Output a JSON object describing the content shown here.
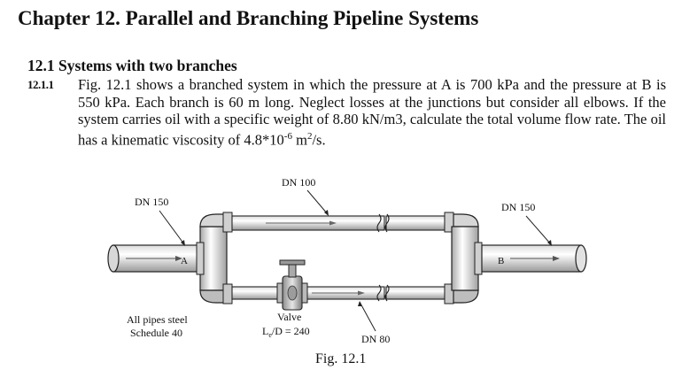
{
  "chapter_title": "Chapter 12. Parallel and Branching Pipeline Systems",
  "section_title": "12.1 Systems with two branches",
  "problem": {
    "number": "12.1.1",
    "text_part1": "Fig. 12.1 shows a branched system in which the pressure at A is 700 kPa and the pressure at B is 550 kPa. Each branch is 60 m long. Neglect losses at the junctions but consider all elbows. If the system carries oil with a specific weight of 8.80 kN/m3, calculate the total volume flow rate. The oil has a kinematic viscosity of 4.8*10",
    "exponent": "-6",
    "text_part2": " m",
    "units_exp": "2",
    "text_part3": "/s."
  },
  "figure": {
    "label_dn100": "DN 100",
    "label_dn150_left": "DN 150",
    "label_dn150_right": "DN 150",
    "label_dn80": "DN 80",
    "label_point_a": "A",
    "label_point_b": "B",
    "note_line1": "All pipes steel",
    "note_line2": "Schedule 40",
    "valve_label": "Valve",
    "valve_ratio_prefix": "L",
    "valve_ratio_sub": "e",
    "valve_ratio_suffix": "/D = 240",
    "caption": "Fig. 12.1"
  }
}
